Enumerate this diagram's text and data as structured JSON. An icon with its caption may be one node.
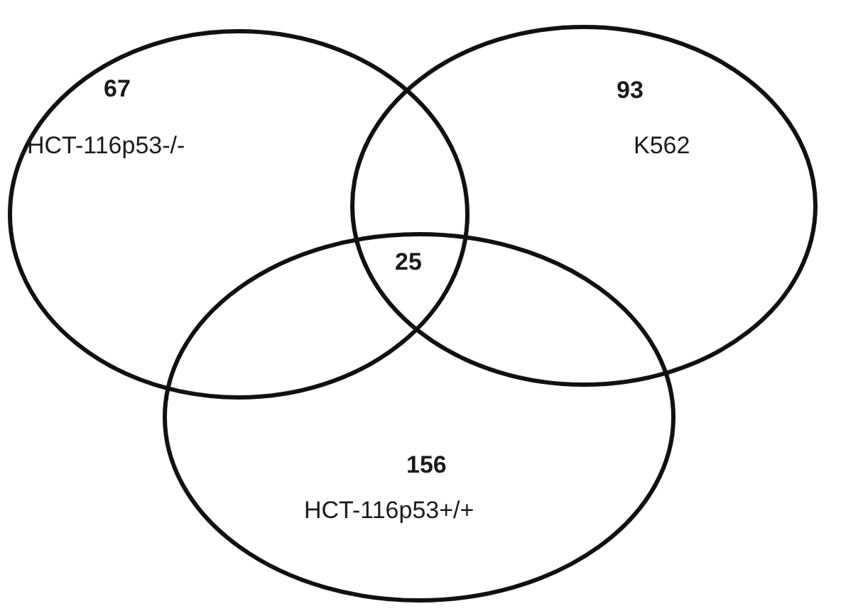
{
  "diagram": {
    "nodes": [
      {
        "text": [
          "67",
          "HCT-116p53-/-"
        ]
      },
      {
        "text": [
          "93",
          "K562"
        ]
      },
      {
        "text": [
          "156",
          "HCT-116p53+/+"
        ]
      }
    ],
    "labels": [
      "25"
    ]
  }
}
